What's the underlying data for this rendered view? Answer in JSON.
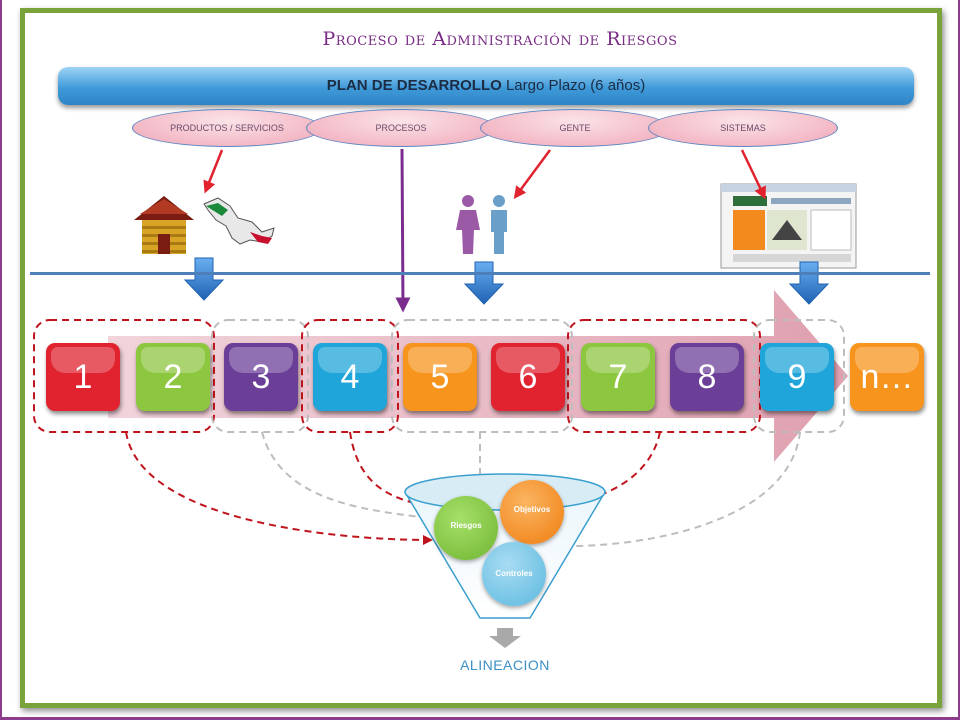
{
  "title": "Proceso de Administración de Riesgos",
  "plan": {
    "bold": "PLAN DE DESARROLLO",
    "rest": "Largo Plazo (6 años)"
  },
  "pills": [
    {
      "label": "PRODUCTOS / SERVICIOS"
    },
    {
      "label": "PROCESOS"
    },
    {
      "label": "GENTE"
    },
    {
      "label": "SISTEMAS"
    }
  ],
  "steps": [
    {
      "label": "1",
      "color": "#e0232f"
    },
    {
      "label": "2",
      "color": "#8dc63f"
    },
    {
      "label": "3",
      "color": "#6b3f98"
    },
    {
      "label": "4",
      "color": "#1fa5d9"
    },
    {
      "label": "5",
      "color": "#f7941d"
    },
    {
      "label": "6",
      "color": "#e0232f"
    },
    {
      "label": "7",
      "color": "#8dc63f"
    },
    {
      "label": "8",
      "color": "#6b3f98"
    },
    {
      "label": "9",
      "color": "#1fa5d9"
    },
    {
      "label": "n…",
      "color": "#f7941d"
    }
  ],
  "funnel": {
    "riesgos": "Riesgos",
    "objetivos": "Objetivos",
    "controles": "Controles",
    "output": "ALINEACION"
  },
  "colors": {
    "frame": "#7aa33b",
    "title": "#7a2d86",
    "dashed_red": "#c0141c",
    "dashed_gray": "#bdbdbd",
    "arrow_red": "#e0232f",
    "arrow_purple": "#7b2d8e"
  }
}
